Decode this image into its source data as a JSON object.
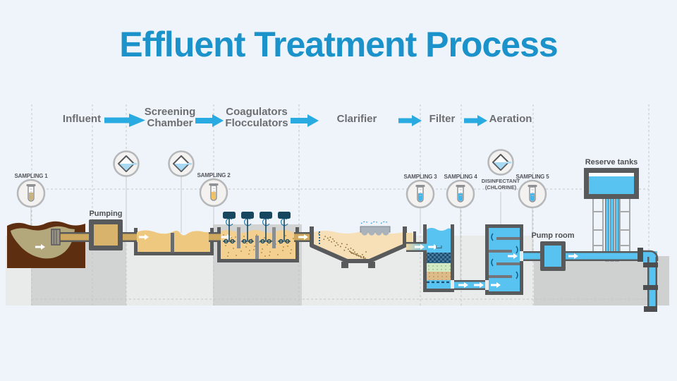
{
  "title": "Effluent Treatment Process",
  "steps": [
    {
      "line1": "Influent",
      "line2": ""
    },
    {
      "line1": "Screening",
      "line2": "Chamber"
    },
    {
      "line1": "Coagulators",
      "line2": "Flocculators"
    },
    {
      "line1": "Clarifier",
      "line2": ""
    },
    {
      "line1": "Filter",
      "line2": ""
    },
    {
      "line1": "Aeration",
      "line2": ""
    }
  ],
  "sampling_points": {
    "s1": "SAMPLING 1",
    "s2": "SAMPLING 2",
    "s3": "SAMPLING 3",
    "s4": "SAMPLING 4",
    "s5": "SAMPLING 5"
  },
  "disinfectant": {
    "line1": "DISINFECTANT",
    "line2": "(CHLORINE)"
  },
  "equipment_labels": {
    "pumping": "Pumping",
    "pump_room": "Pump room",
    "reserve_tanks": "Reserve tanks"
  },
  "colors": {
    "title_blue": "#1b93ca",
    "arrow_blue": "#29abe2",
    "step_label_gray": "#6d6e71",
    "wall_gray": "#58595b",
    "water_blue": "#58c2f0",
    "wastewater_tan": "#f2cd8d",
    "pond_brown": "#5e2e10",
    "pond_water_olive": "#b3a77c",
    "mixer_navy": "#17465f"
  }
}
